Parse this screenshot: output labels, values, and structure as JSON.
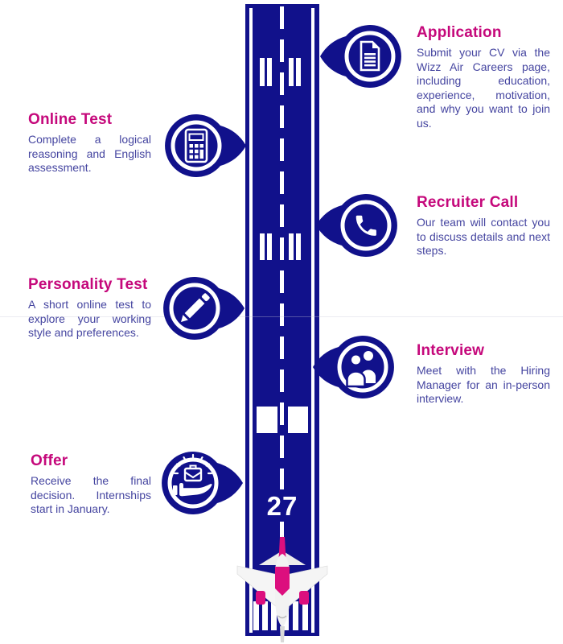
{
  "colors": {
    "navy": "#11118b",
    "pink": "#c5087b",
    "body-text": "#4545a0",
    "white": "#ffffff",
    "magenta": "#dc0f7e"
  },
  "runway": {
    "number": "27"
  },
  "steps": [
    {
      "id": "application",
      "side": "right",
      "icon": "document-icon",
      "title": "Application",
      "description": "Submit your CV via the Wizz Air Careers page, including education, experience, motivation, and why you want to join us."
    },
    {
      "id": "online-test",
      "side": "left",
      "icon": "calculator-icon",
      "title": "Online Test",
      "description": "Complete a logical reasoning and English assessment."
    },
    {
      "id": "recruiter-call",
      "side": "right",
      "icon": "phone-icon",
      "title": "Recruiter Call",
      "description": "Our team will contact you to discuss details and next steps."
    },
    {
      "id": "personality-test",
      "side": "left",
      "icon": "pencil-icon",
      "title": "Personality Test",
      "description": "A short online test to explore your working style and preferences."
    },
    {
      "id": "interview",
      "side": "right",
      "icon": "people-icon",
      "title": "Interview",
      "description": "Meet with the Hiring Manager for an in-person interview."
    },
    {
      "id": "offer",
      "side": "left",
      "icon": "hand-offer-icon",
      "title": "Offer",
      "description": "Receive the final decision. Internships start in January."
    }
  ]
}
